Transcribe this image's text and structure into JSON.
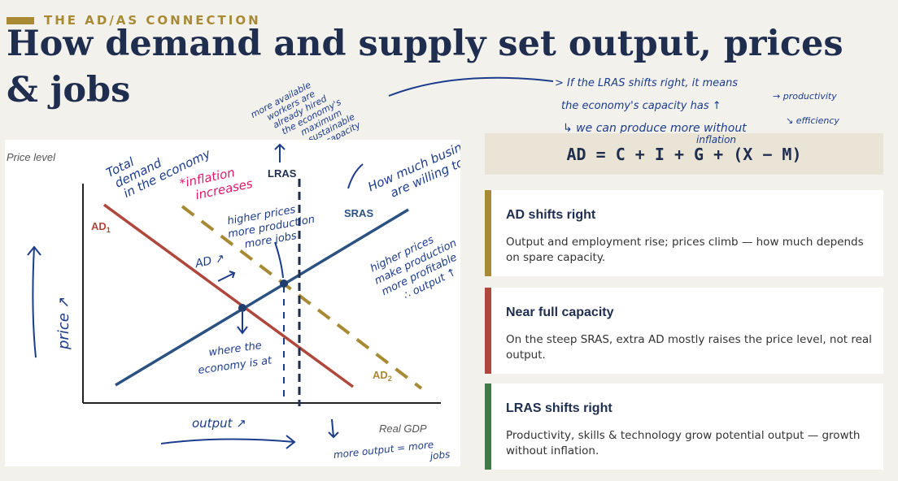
{
  "eyebrow": "THE AD/AS CONNECTION",
  "title": "How demand and supply set output, prices & jobs",
  "formula": "AD = C + I + G + (X − M)",
  "cards": [
    {
      "title": "AD shifts right",
      "body": "Output and employment rise; prices climb — how much depends on spare capacity.",
      "color": "#a88a35"
    },
    {
      "title": "Near full capacity",
      "body": "On the steep SRAS, extra AD mostly raises the price level, not real output.",
      "color": "#b0473c"
    },
    {
      "title": "LRAS shifts right",
      "body": "Productivity, skills & technology grow potential output — growth without inflation.",
      "color": "#3f7a48"
    }
  ],
  "diagram": {
    "y_axis_label": "Price level",
    "x_axis_label": "Real GDP",
    "lras_label": "LRAS",
    "sras_label": "SRAS",
    "ad1_label": "AD",
    "ad1_sub": "1",
    "ad2_label": "AD",
    "ad2_sub": "2",
    "colors": {
      "ad1": "#b0473c",
      "ad2": "#a88a35",
      "sras": "#2b5281",
      "lras": "#1f2d4e"
    }
  },
  "annotations": {
    "total_demand": [
      "Total",
      "demand",
      "in the economy"
    ],
    "inflation": [
      "*inflation",
      "increases"
    ],
    "higher_prices_mid": [
      "higher prices",
      "more production",
      "more jobs"
    ],
    "how_much": [
      "How much businesses",
      "are willing to produce"
    ],
    "higher_prices_right": [
      "higher prices",
      "make production",
      "more profitable",
      "∴ output ↑"
    ],
    "where_economy": [
      "where the",
      "economy is at"
    ],
    "ad_arrow": "AD ↗",
    "price": "price ↗",
    "output": "output ↗",
    "more_output": [
      "more output = more",
      "jobs"
    ],
    "max_capacity": [
      "more available",
      "workers are",
      "already hired",
      "the economy's",
      "maximum",
      "sustainable",
      "capacity"
    ],
    "lras_shift": [
      "> If the LRAS shifts right, it means",
      "the economy's capacity has ↑"
    ],
    "productivity": "→ productivity",
    "efficiency": "↘ efficiency",
    "produce_more": "↳ we can produce more without",
    "inflation_word": "inflation"
  }
}
